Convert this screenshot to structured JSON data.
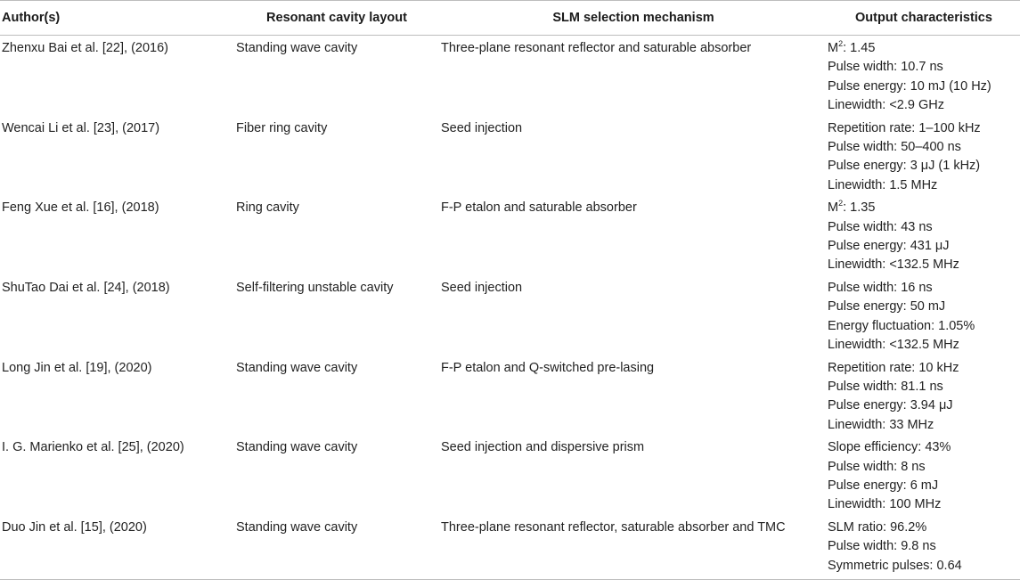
{
  "headers": [
    "Author(s)",
    "Resonant cavity layout",
    "SLM selection mechanism",
    "Output characteristics"
  ],
  "rows": [
    {
      "author": "Zhenxu Bai et al. [22], (2016)",
      "layout": "Standing wave cavity",
      "mechanism": "Three-plane resonant reflector and saturable absorber",
      "output": [
        {
          "pre": "M",
          "sup": "2",
          "post": ": 1.45"
        },
        {
          "pre": "Pulse width: 10.7 ns"
        },
        {
          "pre": "Pulse energy: 10 mJ (10 Hz)"
        },
        {
          "pre": "Linewidth: <2.9 GHz"
        }
      ]
    },
    {
      "author": "Wencai Li et al. [23], (2017)",
      "layout": "Fiber ring cavity",
      "mechanism": "Seed injection",
      "output": [
        {
          "pre": "Repetition rate: 1–100 kHz"
        },
        {
          "pre": "Pulse width: 50–400 ns"
        },
        {
          "pre": "Pulse energy: 3 μJ (1 kHz)"
        },
        {
          "pre": "Linewidth: 1.5 MHz"
        }
      ]
    },
    {
      "author": "Feng Xue et al. [16], (2018)",
      "layout": "Ring cavity",
      "mechanism": "F-P etalon and saturable absorber",
      "output": [
        {
          "pre": "M",
          "sup": "2",
          "post": ": 1.35"
        },
        {
          "pre": "Pulse width: 43 ns"
        },
        {
          "pre": "Pulse energy: 431 μJ"
        },
        {
          "pre": "Linewidth: <132.5 MHz"
        }
      ]
    },
    {
      "author": "ShuTao Dai et al. [24], (2018)",
      "layout": "Self-filtering unstable cavity",
      "mechanism": "Seed injection",
      "output": [
        {
          "pre": "Pulse width: 16 ns"
        },
        {
          "pre": "Pulse energy: 50 mJ"
        },
        {
          "pre": "Energy fluctuation: 1.05%"
        },
        {
          "pre": "Linewidth: <132.5 MHz"
        }
      ]
    },
    {
      "author": "Long Jin et al. [19], (2020)",
      "layout": "Standing wave cavity",
      "mechanism": "F-P etalon and Q-switched pre-lasing",
      "output": [
        {
          "pre": "Repetition rate: 10 kHz"
        },
        {
          "pre": "Pulse width: 81.1 ns"
        },
        {
          "pre": "Pulse energy: 3.94 μJ"
        },
        {
          "pre": "Linewidth: 33 MHz"
        }
      ]
    },
    {
      "author": "I. G. Marienko et al. [25], (2020)",
      "layout": "Standing wave cavity",
      "mechanism": "Seed injection and dispersive prism",
      "output": [
        {
          "pre": "Slope efficiency: 43%"
        },
        {
          "pre": "Pulse width: 8 ns"
        },
        {
          "pre": "Pulse energy: 6 mJ"
        },
        {
          "pre": "Linewidth: 100 MHz"
        }
      ]
    },
    {
      "author": "Duo Jin et al. [15], (2020)",
      "layout": "Standing wave cavity",
      "mechanism": "Three-plane resonant reflector, saturable absorber and TMC",
      "output": [
        {
          "pre": "SLM ratio: 96.2%"
        },
        {
          "pre": "Pulse width: 9.8 ns"
        },
        {
          "pre": "Symmetric pulses: 0.64"
        }
      ]
    }
  ]
}
